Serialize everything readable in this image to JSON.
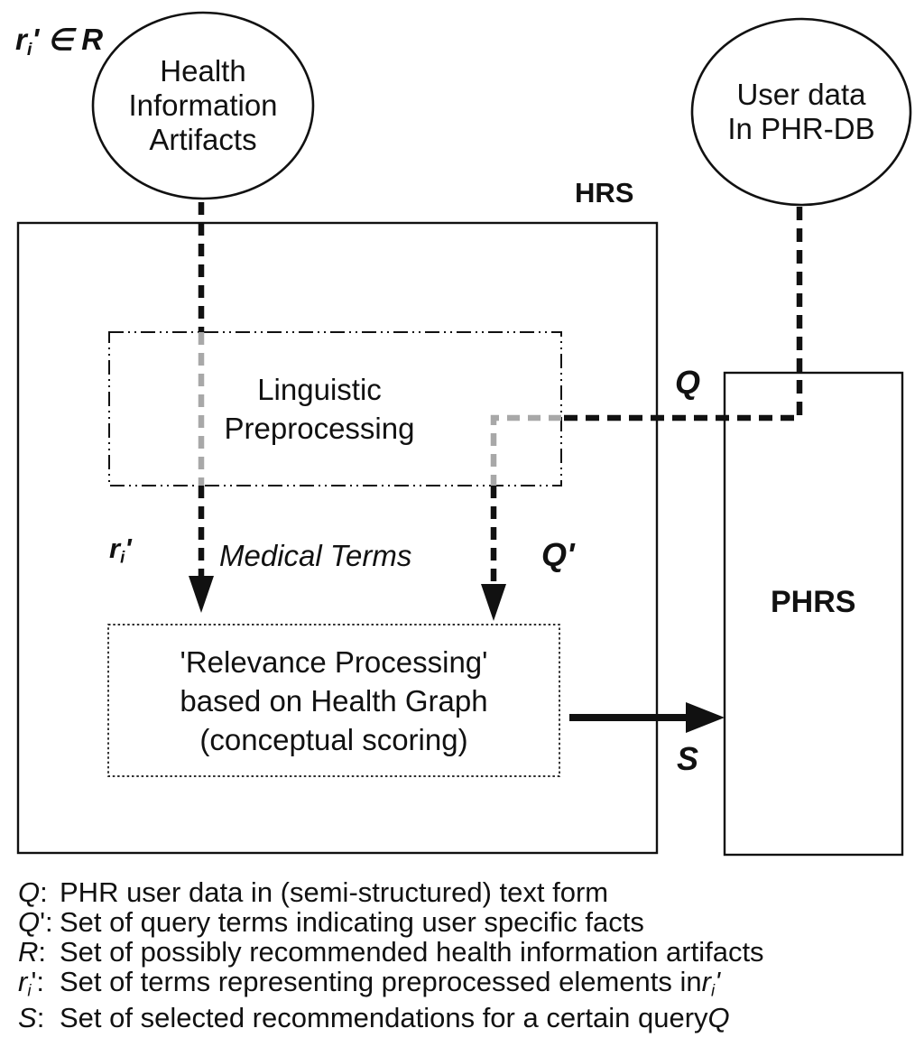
{
  "nodes": {
    "health_artifacts": {
      "line1": "Health",
      "line2": "Information",
      "line3": "Artifacts"
    },
    "user_data": {
      "line1": "User data",
      "line2": "In PHR-DB"
    },
    "linguistic": {
      "line1": "Linguistic",
      "line2": "Preprocessing"
    },
    "relevance": {
      "line1": "'Relevance Processing'",
      "line2": "based on Health Graph",
      "line3": "(conceptual scoring)"
    }
  },
  "labels": {
    "hrs": "HRS",
    "phrs": "PHRS",
    "q": "Q",
    "q_prime": "Q'",
    "s": "S",
    "medical_terms": "Medical Terms",
    "ri_main": "r",
    "ri_sub": "i",
    "ri_prime": "'",
    "member_main": "r",
    "member_sub": "i",
    "member_rest": "' ∈ R"
  },
  "legend": {
    "items": [
      {
        "sym": "Q",
        "sym_sub": "",
        "sym_suffix": ":",
        "text": "PHR user data in (semi-structured) text form",
        "tail": "",
        "tail_sub": "",
        "tail_suffix": ""
      },
      {
        "sym": "Q",
        "sym_sub": "",
        "sym_suffix": "':",
        "text": "Set of query terms indicating user specific facts",
        "tail": "",
        "tail_sub": "",
        "tail_suffix": ""
      },
      {
        "sym": "R",
        "sym_sub": "",
        "sym_suffix": ":",
        "text": "Set of possibly recommended health information artifacts",
        "tail": "",
        "tail_sub": "",
        "tail_suffix": ""
      },
      {
        "sym": "r",
        "sym_sub": "i",
        "sym_suffix": "':",
        "text": "Set of terms representing preprocessed elements in ",
        "tail": "r",
        "tail_sub": "i",
        "tail_suffix": "'"
      },
      {
        "sym": "S",
        "sym_sub": "",
        "sym_suffix": ":",
        "text": "Set of selected recommendations for a certain query ",
        "tail": "Q",
        "tail_sub": "",
        "tail_suffix": ""
      }
    ]
  },
  "colors": {
    "line": "#111111",
    "muted_line": "#a8a8a8",
    "background": "#ffffff"
  }
}
